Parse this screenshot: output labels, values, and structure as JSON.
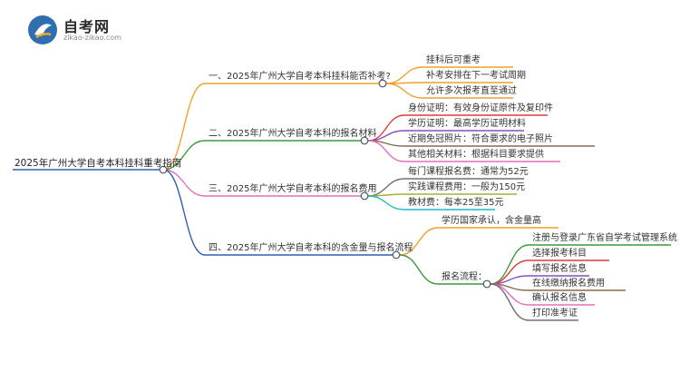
{
  "logo": {
    "title": "自考网",
    "subtitle": "zikao-zikao.com"
  },
  "mindmap": {
    "root": "2025年广州大学自考本科挂科重考指南",
    "branches": [
      {
        "label": "一、2025年广州大学自考本科挂科能否补考?",
        "color": "#f0a030",
        "children": [
          {
            "label": "挂科后可重考",
            "color": "#f0a030"
          },
          {
            "label": "补考安排在下一考试周期",
            "color": "#f0a030"
          },
          {
            "label": "允许多次报考直至通过",
            "color": "#f0a030"
          }
        ]
      },
      {
        "label": "二、2025年广州大学自考本科的报名材料",
        "color": "#3a9a3a",
        "children": [
          {
            "label": "身份证明：有效身份证原件及复印件",
            "color": "#e03c3c"
          },
          {
            "label": "学历证明：最高学历证明材料",
            "color": "#8a4fc0"
          },
          {
            "label": "近期免冠照片：符合要求的电子照片",
            "color": "#8a6a50"
          },
          {
            "label": "其他相关材料：根据科目要求提供",
            "color": "#e070c0"
          }
        ]
      },
      {
        "label": "三、2025年广州大学自考本科的报名费用",
        "color": "#e070c0",
        "children": [
          {
            "label": "每门课程报名费：通常为52元",
            "color": "#707070"
          },
          {
            "label": "实践课程费用：一般为150元",
            "color": "#a8b030"
          },
          {
            "label": "教材费：每本25至35元",
            "color": "#20b8c8"
          }
        ]
      },
      {
        "label": "四、2025年广州大学自考本科的含金量与报名流程",
        "color": "#3060b0",
        "children": [
          {
            "label": "学历国家承认，含金量高",
            "color": "#f0a030",
            "children": []
          },
          {
            "label": "报名流程：",
            "color": "#3a9a3a",
            "children": [
              {
                "label": "注册与登录广东省自学考试管理系统",
                "color": "#3a9a3a"
              },
              {
                "label": "选择报考科目",
                "color": "#e03c3c"
              },
              {
                "label": "填写报名信息",
                "color": "#8a4fc0"
              },
              {
                "label": "在线缴纳报名费用",
                "color": "#8a6a50"
              },
              {
                "label": "确认报名信息",
                "color": "#e070c0"
              },
              {
                "label": "打印准考证",
                "color": "#707070"
              }
            ]
          }
        ]
      }
    ]
  }
}
